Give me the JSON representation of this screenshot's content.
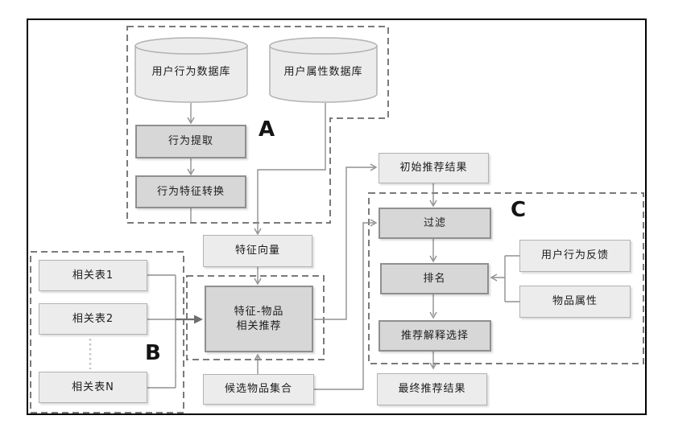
{
  "diagram": {
    "groups": {
      "a": {
        "label": "A"
      },
      "b": {
        "label": "B"
      },
      "c": {
        "label": "C"
      }
    },
    "nodes": {
      "user_behavior_db": {
        "label": "用户行为数据库",
        "shape": "cylinder"
      },
      "user_attr_db": {
        "label": "用户属性数据库",
        "shape": "cylinder"
      },
      "behavior_extract": {
        "label": "行为提取"
      },
      "behavior_feature_convert": {
        "label": "行为特征转换"
      },
      "feature_vector": {
        "label": "特征向量"
      },
      "feature_item_rec": {
        "label_line1": "特征-物品",
        "label_line2": "相关推荐"
      },
      "candidate_items": {
        "label": "候选物品集合"
      },
      "initial_results": {
        "label": "初始推荐结果"
      },
      "filter": {
        "label": "过滤"
      },
      "ranking": {
        "label": "排名"
      },
      "explanation_select": {
        "label": "推荐解释选择"
      },
      "final_results": {
        "label": "最终推荐结果"
      },
      "user_feedback": {
        "label": "用户行为反馈"
      },
      "item_attrs": {
        "label": "物品属性"
      },
      "related_table_1": {
        "label": "相关表1"
      },
      "related_table_2": {
        "label": "相关表2"
      },
      "related_table_n": {
        "label": "相关表N"
      }
    },
    "colors": {
      "node_light_fill": "#ececec",
      "node_light_border": "#b2b2b2",
      "node_dark_fill": "#d7d7d7",
      "node_dark_border": "#8f8f8f",
      "connector": "#909090",
      "dashed_outline": "#7a7a7a",
      "frame_border": "#000000",
      "background": "#ffffff"
    }
  }
}
